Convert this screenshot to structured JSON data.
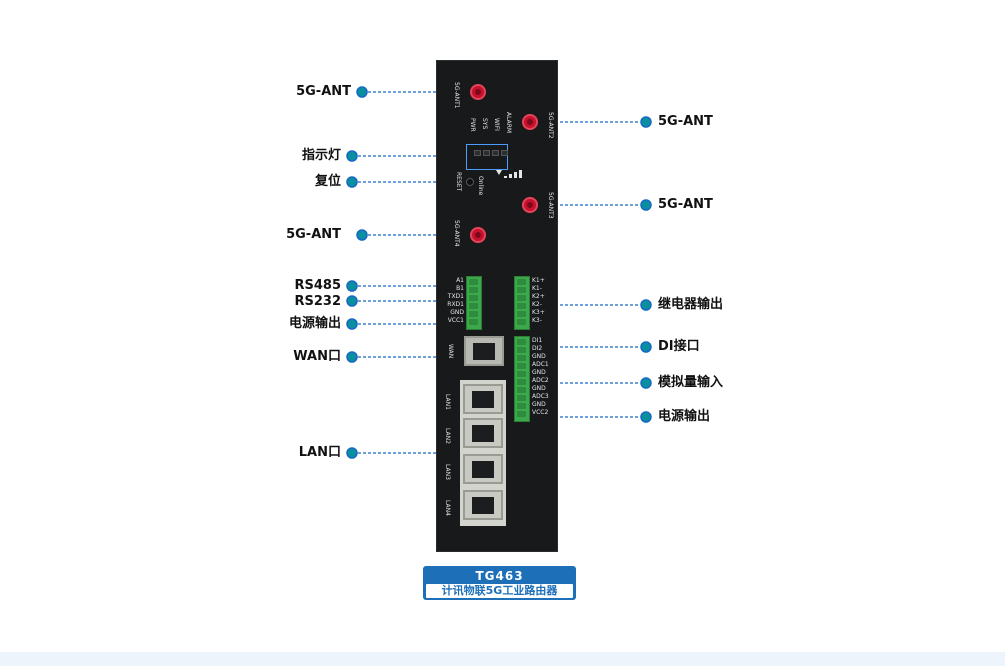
{
  "callouts_left": [
    {
      "id": "ant1",
      "label": "5G-ANT"
    },
    {
      "id": "led",
      "label": "指示灯"
    },
    {
      "id": "reset",
      "label": "复位"
    },
    {
      "id": "ant4",
      "label": "5G-ANT"
    },
    {
      "id": "rs485",
      "label": "RS485"
    },
    {
      "id": "rs232",
      "label": "RS232"
    },
    {
      "id": "pwr_out_left",
      "label": "电源输出"
    },
    {
      "id": "wan",
      "label": "WAN口"
    },
    {
      "id": "lan",
      "label": "LAN口"
    }
  ],
  "callouts_right": [
    {
      "id": "ant2",
      "label": "5G-ANT"
    },
    {
      "id": "ant3",
      "label": "5G-ANT"
    },
    {
      "id": "relay",
      "label": "继电器输出"
    },
    {
      "id": "di",
      "label": "DI接口"
    },
    {
      "id": "analog",
      "label": "模拟量输入"
    },
    {
      "id": "pwr_out_right",
      "label": "电源输出"
    }
  ],
  "device": {
    "antenna_labels": [
      "5G-ANT1",
      "5G-ANT2",
      "5G-ANT3",
      "5G-ANT4"
    ],
    "status_labels": [
      "PWR",
      "SYS",
      "WIFI",
      "ALARM"
    ],
    "reset_label": "RESET",
    "online_label": "Online",
    "terminal_left": [
      "A1",
      "B1",
      "TXD1",
      "RXD1",
      "GND",
      "VCC1"
    ],
    "terminal_relay": [
      "K1+",
      "K1-",
      "K2+",
      "K2-",
      "K3+",
      "K3-"
    ],
    "terminal_io": [
      "DI1",
      "DI2",
      "GND",
      "ADC1",
      "GND",
      "ADC2",
      "GND",
      "ADC3",
      "GND",
      "VCC2"
    ],
    "wan_label": "WAN",
    "lan_labels": [
      "LAN1",
      "LAN2",
      "LAN3",
      "LAN4"
    ]
  },
  "badge": {
    "model": "TG463",
    "description": "计讯物联5G工业路由器"
  },
  "colors": {
    "dot": "#0a8fa0",
    "dot_ring": "#1769c2",
    "leader": "#1769c2",
    "badge": "#1d6fb8",
    "device_body": "#17191a",
    "terminal": "#3aa84b"
  }
}
